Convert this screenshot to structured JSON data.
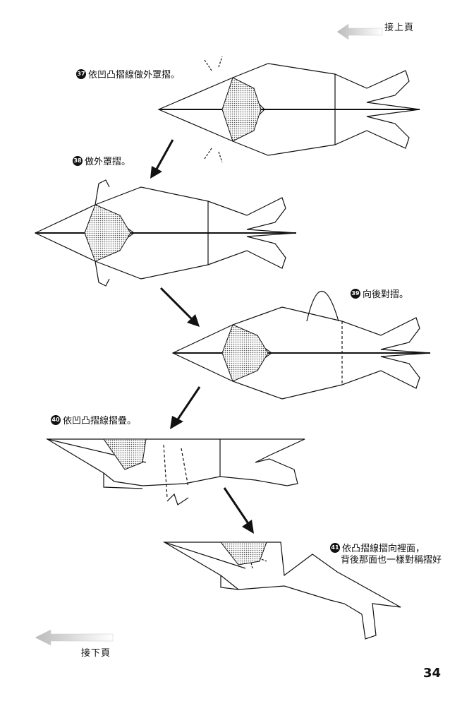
{
  "nav": {
    "next_page_label": "接上頁",
    "prev_page_label": "接下頁"
  },
  "steps": [
    {
      "number": "37",
      "text": "依凹凸摺線做外罩摺。"
    },
    {
      "number": "38",
      "text": "做外罩摺。"
    },
    {
      "number": "39",
      "text": "向後對摺。"
    },
    {
      "number": "40",
      "text": "依凹凸摺線摺疊。"
    },
    {
      "number": "41",
      "text": "依凸摺線摺向裡面，",
      "text2": "背後那面也一樣對稱摺好"
    }
  ],
  "page_number": "34"
}
